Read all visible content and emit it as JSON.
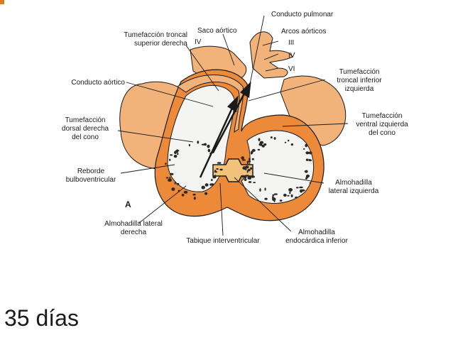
{
  "colors": {
    "accent": "#e07a1c",
    "heart_outer": "#f2b37a",
    "heart_wall": "#ec8a3a",
    "tissue": "#f4f4f2",
    "dark_lines": "#1a1a1a",
    "speckle": "#2a2a2a"
  },
  "figure": {
    "letter": "A",
    "labels": {
      "conducto_pulmonar": "Conducto pulmonar",
      "saco_aortico": "Saco aórtico",
      "arcos_aorticos": "Arcos aórticos",
      "roman_iii": "III",
      "roman_iv_right": "IV",
      "roman_vi": "VI",
      "roman_iv_left": "IV",
      "tumefaccion_troncal_superior_1": "Tumefacción troncal",
      "tumefaccion_troncal_superior_2": "superior derecha",
      "conducto_aortico": "Conducto aórtico",
      "tumefaccion_troncal_inferior_1": "Tumefacción",
      "tumefaccion_troncal_inferior_2": "troncal inferior",
      "tumefaccion_troncal_inferior_3": "izquierda",
      "tumefaccion_dorsal_1": "Tumefacción",
      "tumefaccion_dorsal_2": "dorsal derecha",
      "tumefaccion_dorsal_3": "del cono",
      "tumefaccion_ventral_1": "Tumefacción",
      "tumefaccion_ventral_2": "ventral izquierda",
      "tumefaccion_ventral_3": "del cono",
      "reborde_1": "Reborde",
      "reborde_2": "bulboventricular",
      "almohadilla_lat_izq_1": "Almohadilla",
      "almohadilla_lat_izq_2": "lateral izquierda",
      "almohadilla_lat_der_1": "Almohadilla lateral",
      "almohadilla_lat_der_2": "derecha",
      "tabique": "Tabique interventricular",
      "almohadilla_endo_1": "Almohadilla",
      "almohadilla_endo_2": "endocárdica inferior"
    }
  },
  "caption": "35 días"
}
